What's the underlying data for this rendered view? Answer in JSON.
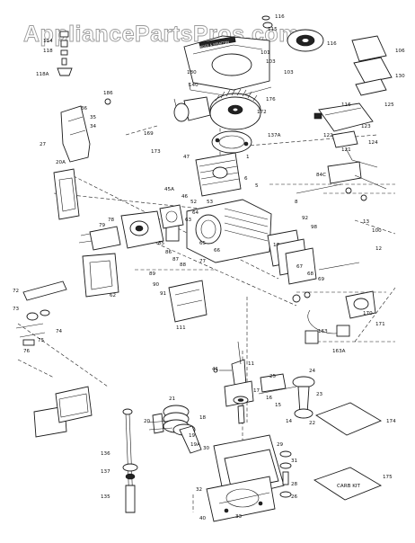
{
  "watermark": "AppliancePartsPros.com",
  "stamp": "BRIGGS & STRATTON",
  "kit_labels": {
    "gasket_set": "",
    "carb_kit": "CARB KIT"
  },
  "callouts": [
    "116",
    "115",
    "114",
    "118",
    "118A",
    "103",
    "116",
    "101",
    "103",
    "106",
    "130",
    "180",
    "186",
    "176",
    "140",
    "137A",
    "169",
    "172",
    "173",
    "36",
    "35",
    "34",
    "27",
    "20A",
    "116",
    "123",
    "122",
    "121",
    "124",
    "125",
    "47",
    "45A",
    "46",
    "52",
    "53",
    "1",
    "6",
    "5",
    "84C",
    "17",
    "92",
    "98",
    "13",
    "100",
    "12",
    "8",
    "79",
    "78",
    "63",
    "64",
    "65",
    "66",
    "67",
    "68",
    "69",
    "72",
    "73",
    "74",
    "75",
    "76",
    "77",
    "85",
    "86",
    "87",
    "88",
    "89",
    "90",
    "91",
    "111",
    "62",
    "163",
    "163A",
    "170",
    "171",
    "41",
    "11",
    "21",
    "20",
    "19",
    "19A",
    "18",
    "17",
    "16",
    "15",
    "14",
    "174",
    "175",
    "136",
    "137",
    "135",
    "40",
    "30",
    "32",
    "33",
    "29",
    "31",
    "28",
    "26",
    "25",
    "24",
    "23",
    "22"
  ]
}
